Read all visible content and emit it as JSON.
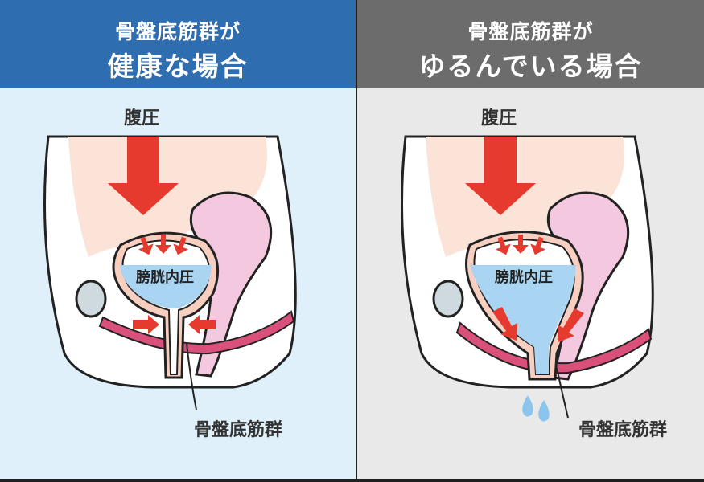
{
  "colors": {
    "header_left": "#2e6db0",
    "header_right": "#6c6c6c",
    "panel_left_bg": "#dff0fb",
    "panel_right_bg": "#e9e9ea",
    "arrow_red": "#e63a2e",
    "muscle_pink": "#d9507a",
    "organ_pink": "#f4c9e0",
    "abdomen_peach": "#fbe3d8",
    "urine_blue": "#a9d4f2",
    "bone_gray": "#cfdadf"
  },
  "left_panel": {
    "title_line1": "骨盤底筋群が",
    "title_line2": "健康な場合",
    "label_pressure": "腹圧",
    "label_bladder": "膀胱内圧",
    "label_muscle": "骨盤底筋群"
  },
  "right_panel": {
    "title_line1": "骨盤底筋群が",
    "title_line2": "ゆるんでいる場合",
    "label_pressure": "腹圧",
    "label_bladder": "膀胱内圧",
    "label_muscle": "骨盤底筋群"
  }
}
